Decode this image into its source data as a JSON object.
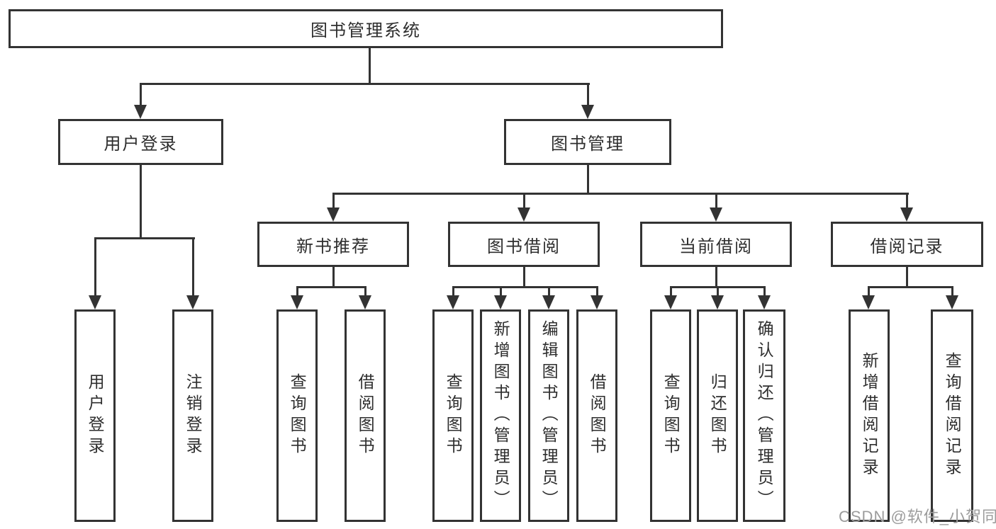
{
  "diagram": {
    "root": {
      "label": "图书管理系统",
      "children": [
        {
          "label": "用户登录",
          "children": [
            {
              "label": "用户登录"
            },
            {
              "label": "注销登录"
            }
          ]
        },
        {
          "label": "图书管理",
          "children": [
            {
              "label": "新书推荐",
              "children": [
                {
                  "label": "查询图书"
                },
                {
                  "label": "借阅图书"
                }
              ]
            },
            {
              "label": "图书借阅",
              "children": [
                {
                  "label": "查询图书"
                },
                {
                  "label": "新增图书（管理员）"
                },
                {
                  "label": "编辑图书（管理员）"
                },
                {
                  "label": "借阅图书"
                }
              ]
            },
            {
              "label": "当前借阅",
              "children": [
                {
                  "label": "查询图书"
                },
                {
                  "label": "归还图书"
                },
                {
                  "label": "确认归还（管理员）"
                }
              ]
            },
            {
              "label": "借阅记录",
              "children": [
                {
                  "label": "新增借阅记录"
                },
                {
                  "label": "查询借阅记录"
                }
              ]
            }
          ]
        }
      ]
    }
  },
  "watermark": {
    "text": "CSDN @软件_小贺同学"
  },
  "colors": {
    "line": "#333333",
    "text": "#2e2e2e",
    "watermark": "#9c9c9c",
    "background": "#ffffff"
  }
}
